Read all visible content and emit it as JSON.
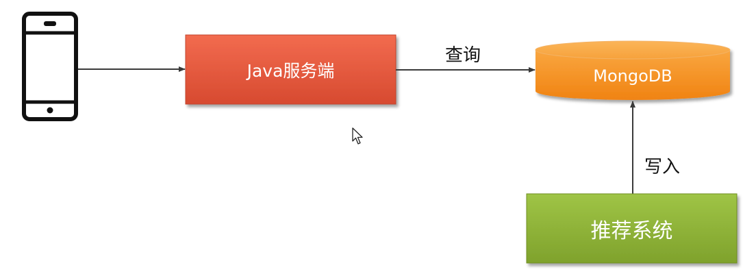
{
  "nodes": {
    "java_server": {
      "label": "Java服务端",
      "color": "#e45a3c"
    },
    "mongodb": {
      "label": "MongoDB",
      "color": "#f7901e"
    },
    "recommend_system": {
      "label": "推荐系统",
      "color": "#8fb23a"
    }
  },
  "edges": {
    "query_label": "查询",
    "write_label": "写入"
  },
  "icons": {
    "phone": "mobile-phone-icon",
    "cursor": "mouse-pointer-icon"
  }
}
